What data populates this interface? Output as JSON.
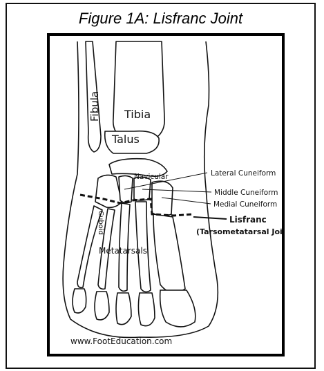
{
  "figure": {
    "title": "Figure 1A: Lisfranc Joint"
  },
  "labels": {
    "tibia": "Tibia",
    "fibula": "Fibula",
    "talus": "Talus",
    "navicular": "Navicular",
    "cuboid": "Cuboid",
    "lateral_cuneiform": "Lateral Cuneiform",
    "middle_cuneiform": "Middle Cuneiform",
    "medial_cuneiform": "Medial Cuneiform",
    "lisfranc": "Lisfranc",
    "tarsometatarsal": "(Tarsometatarsal Joint)",
    "metatarsals": "Metatarsals"
  },
  "footer": {
    "website": "www.FootEducation.com"
  },
  "colors": {
    "line": "#111111",
    "bone_fill": "#ffffff",
    "frame": "#000000"
  }
}
